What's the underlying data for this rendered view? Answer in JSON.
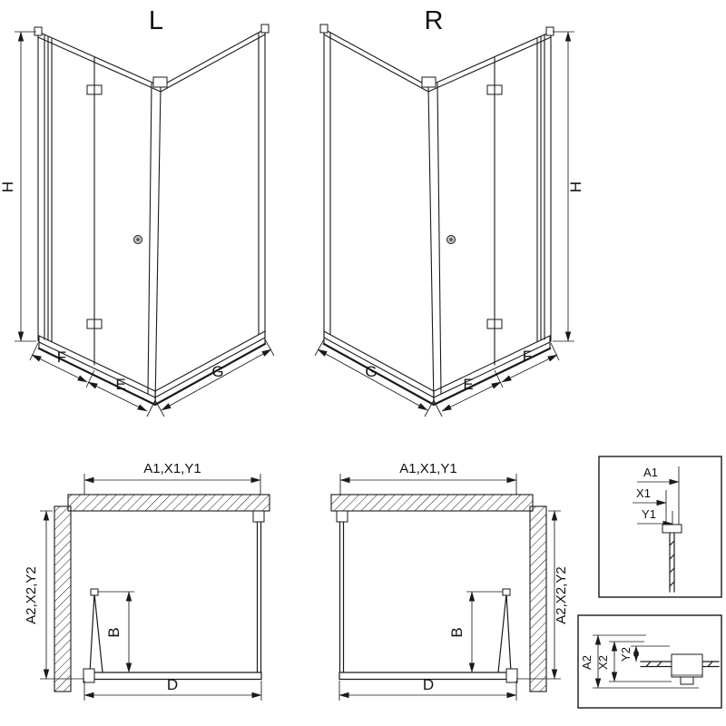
{
  "colors": {
    "line": "#1a1a1a",
    "background": "#ffffff"
  },
  "view_l": {
    "label": "L",
    "dim_height": "H",
    "dim_fixed": "F",
    "dim_entry": "E",
    "dim_side": "G"
  },
  "view_r": {
    "label": "R",
    "dim_height": "H",
    "dim_fixed": "F",
    "dim_entry": "E",
    "dim_side": "G"
  },
  "plan_left": {
    "dim_top": "A1,X1,Y1",
    "dim_side": "A2,X2,Y2",
    "dim_door": "B",
    "dim_bottom": "D"
  },
  "plan_right": {
    "dim_top": "A1,X1,Y1",
    "dim_side": "A2,X2,Y2",
    "dim_door": "B",
    "dim_bottom": "D"
  },
  "detail_top": {
    "dim_a1": "A1",
    "dim_x1": "X1",
    "dim_y1": "Y1"
  },
  "detail_bottom": {
    "dim_a2": "A2",
    "dim_x2": "X2",
    "dim_y2": "Y2"
  }
}
